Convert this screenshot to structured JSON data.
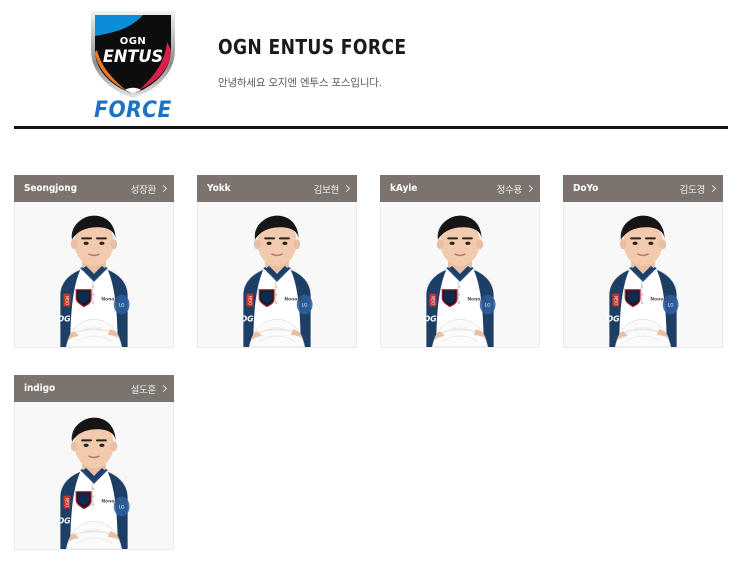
{
  "team": {
    "logo_alt": "ogn-entus-crest",
    "logo_wordmark": "FORCE",
    "crest_text_top": "OGN",
    "crest_text_main": "ENTUS",
    "title": "OGN ENTUS FORCE",
    "description": "안녕하세요 오지엔 엔투스 포스입니다."
  },
  "colors": {
    "card_header_bg": "#7b746e",
    "divider": "#141414",
    "wordmark_blue": "#1b72c4",
    "photo_bg": "#f8f8f8",
    "jersey_navy": "#1d3f66",
    "jersey_white": "#ffffff",
    "title_text": "#1a1a1a",
    "desc_text": "#5b5b5b"
  },
  "icons": {
    "chevron_right": "chevron-right-icon"
  },
  "roster": [
    {
      "nickname": "Seongjong",
      "realname": "성장환",
      "chevron": "›",
      "row": 0,
      "col": 0
    },
    {
      "nickname": "Yokk",
      "realname": "김보현",
      "chevron": "›",
      "row": 0,
      "col": 1
    },
    {
      "nickname": "kAyle",
      "realname": "정수용",
      "chevron": "›",
      "row": 0,
      "col": 2
    },
    {
      "nickname": "DoYo",
      "realname": "김도경",
      "chevron": "›",
      "row": 0,
      "col": 3
    },
    {
      "nickname": "indigo",
      "realname": "설도훈",
      "chevron": "›",
      "row": 1,
      "col": 0
    }
  ]
}
